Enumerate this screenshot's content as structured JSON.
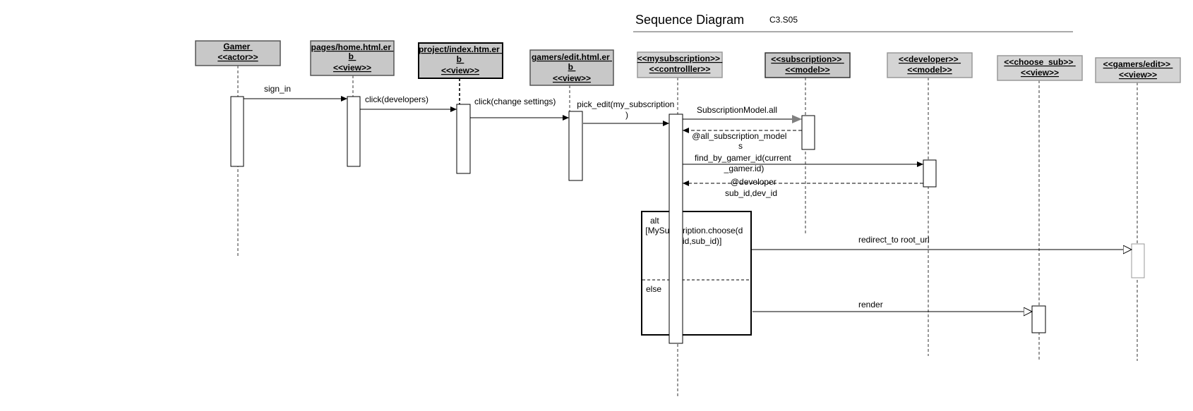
{
  "diagram": {
    "title": "Sequence Diagram",
    "code": "C3.S05"
  },
  "lifelines": [
    {
      "id": "gamer",
      "lines": [
        "Gamer",
        "<<actor>>"
      ]
    },
    {
      "id": "home",
      "lines": [
        "pages/home.html.er",
        "b",
        "<<view>>"
      ]
    },
    {
      "id": "project",
      "lines": [
        "project/index.htm.er",
        "b",
        "<<view>>"
      ]
    },
    {
      "id": "gamers_edit",
      "lines": [
        "gamers/edit.html.er",
        "b",
        "<<view>>"
      ]
    },
    {
      "id": "mysub",
      "lines": [
        "<<mysubscription>>",
        "<<controlller>>"
      ]
    },
    {
      "id": "subscription",
      "lines": [
        "<<subscription>>",
        "<<model>>"
      ]
    },
    {
      "id": "developer",
      "lines": [
        "<<developer>>",
        "<<model>>"
      ]
    },
    {
      "id": "choose_sub",
      "lines": [
        "<<choose_sub>>",
        "<<view>>"
      ]
    },
    {
      "id": "gamers_edit_view",
      "lines": [
        "<<gamers/edit>>",
        "<<view>>"
      ]
    }
  ],
  "messages": [
    {
      "id": "sign_in",
      "lines": [
        "sign_in"
      ]
    },
    {
      "id": "click_developers",
      "lines": [
        "click(developers)"
      ]
    },
    {
      "id": "click_change",
      "lines": [
        "click(change settings)"
      ]
    },
    {
      "id": "pick_edit",
      "lines": [
        "pick_edit(my_subscription",
        ")"
      ]
    },
    {
      "id": "sub_all",
      "lines": [
        "SubscriptionModel.all"
      ]
    },
    {
      "id": "all_sub_models",
      "lines": [
        "@all_subscription_model",
        "s"
      ]
    },
    {
      "id": "find_by_gamer",
      "lines": [
        "find_by_gamer_id(current",
        "_gamer.id)"
      ]
    },
    {
      "id": "developer_ret",
      "lines": [
        "@developer",
        "sub_id,dev_id"
      ]
    },
    {
      "id": "redirect",
      "lines": [
        "redirect_to root_url"
      ]
    },
    {
      "id": "render",
      "lines": [
        "render"
      ]
    }
  ],
  "fragment": {
    "operator": "alt",
    "guard": [
      "[MySubscription.choose(d",
      "ev_id,sub_id)]"
    ],
    "else_label": "else"
  }
}
